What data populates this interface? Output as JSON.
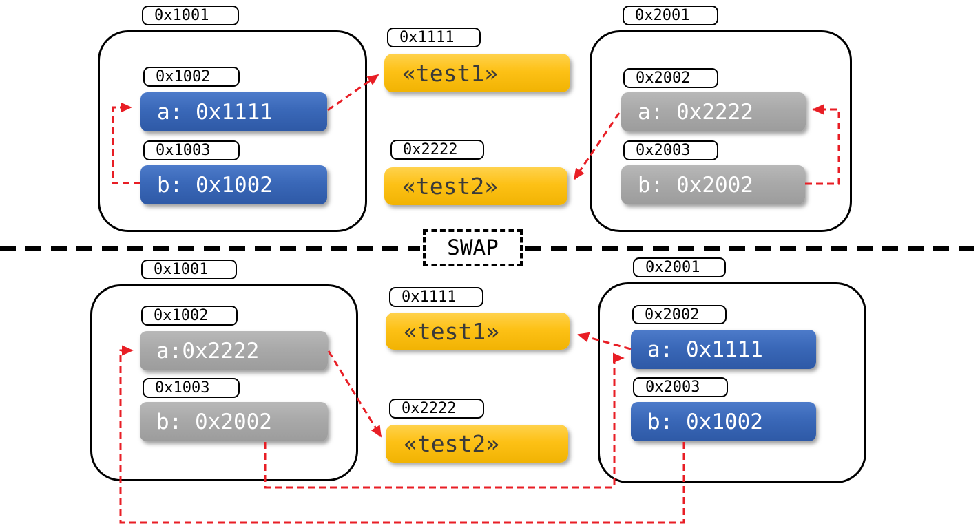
{
  "swap_label": "SWAP",
  "colors": {
    "pointer_arrow_red": "#e81e25",
    "stack_slot_blue": "#3a68b8",
    "stack_slot_gray": "#a9a9a9",
    "heap_box_yellow": "#fdc116",
    "outline_black": "#000000"
  },
  "before": {
    "left_frame": {
      "address": "0x1001",
      "slots": [
        {
          "address": "0x1002",
          "value": "a: 0x1111"
        },
        {
          "address": "0x1003",
          "value": "b: 0x1002"
        }
      ]
    },
    "heap": [
      {
        "address": "0x1111",
        "value": "«test1»"
      },
      {
        "address": "0x2222",
        "value": "«test2»"
      }
    ],
    "right_frame": {
      "address": "0x2001",
      "slots": [
        {
          "address": "0x2002",
          "value": "a: 0x2222"
        },
        {
          "address": "0x2003",
          "value": "b: 0x2002"
        }
      ]
    }
  },
  "after": {
    "left_frame": {
      "address": "0x1001",
      "slots": [
        {
          "address": "0x1002",
          "value": "a:0x2222"
        },
        {
          "address": "0x1003",
          "value": "b: 0x2002"
        }
      ]
    },
    "heap": [
      {
        "address": "0x1111",
        "value": "«test1»"
      },
      {
        "address": "0x2222",
        "value": "«test2»"
      }
    ],
    "right_frame": {
      "address": "0x2001",
      "slots": [
        {
          "address": "0x2002",
          "value": "a: 0x1111"
        },
        {
          "address": "0x2003",
          "value": "b: 0x1002"
        }
      ]
    }
  }
}
